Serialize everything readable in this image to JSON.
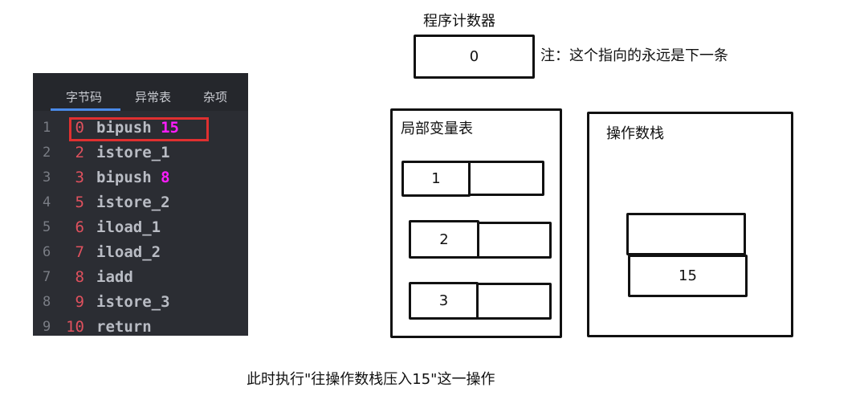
{
  "panel": {
    "tabs": [
      "字节码",
      "异常表",
      "杂项"
    ],
    "rows": [
      {
        "line": "1",
        "offset": "0",
        "op": "bipush",
        "arg": "15"
      },
      {
        "line": "2",
        "offset": "2",
        "op": "istore_1",
        "arg": ""
      },
      {
        "line": "3",
        "offset": "3",
        "op": "bipush",
        "arg": "8"
      },
      {
        "line": "4",
        "offset": "5",
        "op": "istore_2",
        "arg": ""
      },
      {
        "line": "5",
        "offset": "6",
        "op": "iload_1",
        "arg": ""
      },
      {
        "line": "6",
        "offset": "7",
        "op": "iload_2",
        "arg": ""
      },
      {
        "line": "7",
        "offset": "8",
        "op": "iadd",
        "arg": ""
      },
      {
        "line": "8",
        "offset": "9",
        "op": "istore_3",
        "arg": ""
      },
      {
        "line": "9",
        "offset": "10",
        "op": "return",
        "arg": ""
      }
    ]
  },
  "pc": {
    "title": "程序计数器",
    "value": "0",
    "note": "注：这个指向的永远是下一条"
  },
  "locals": {
    "title": "局部变量表",
    "slots": [
      "1",
      "2",
      "3"
    ]
  },
  "stack": {
    "title": "操作数栈",
    "items": [
      "",
      "15"
    ]
  },
  "caption": "此时执行\"往操作数栈压入15\"这一操作"
}
